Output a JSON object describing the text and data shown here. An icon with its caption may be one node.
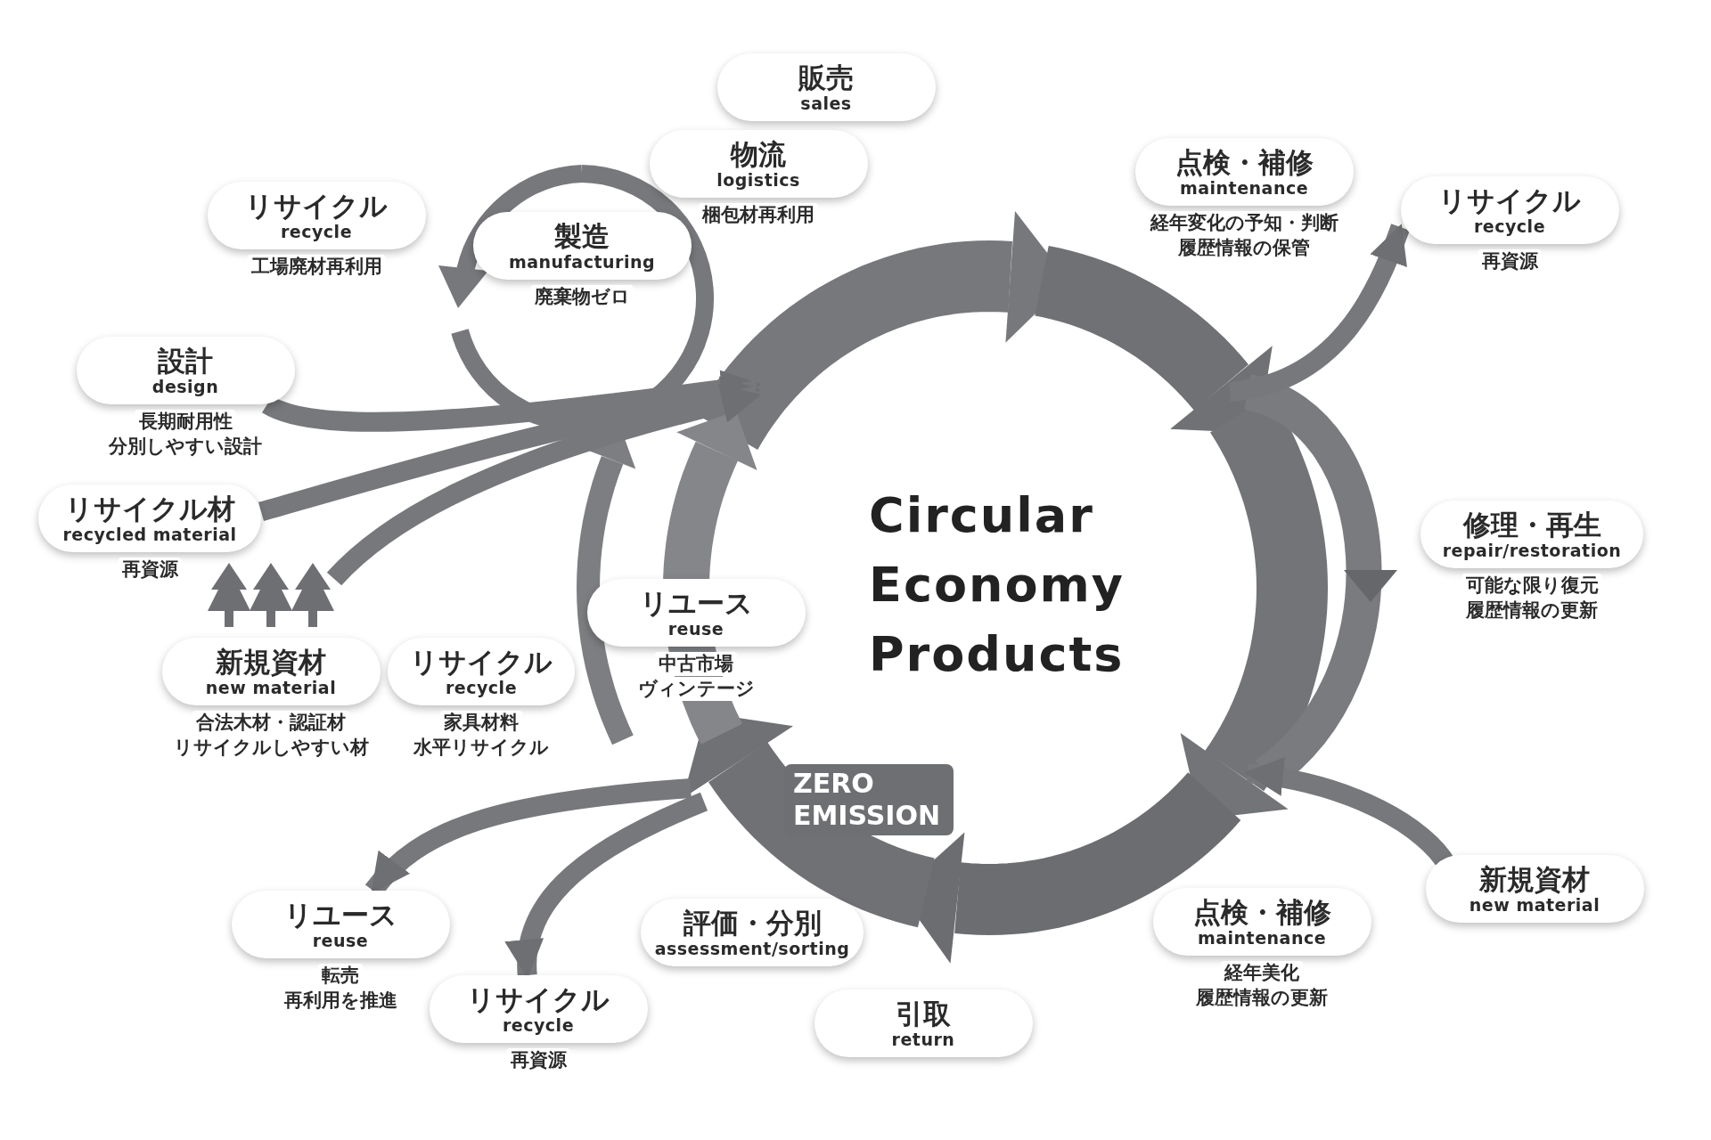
{
  "diagram": {
    "nodes": [
      {
        "text": [
          "販売",
          "sales"
        ]
      },
      {
        "text": [
          "物流",
          "logistics"
        ],
        "beside": [
          "梱包材再利用"
        ]
      },
      {
        "text": [
          "リサイクル",
          "recycle"
        ],
        "beside": [
          "工場廃材再利用"
        ]
      },
      {
        "text": [
          "製造",
          "manufacturing"
        ],
        "beside": [
          "廃棄物ゼロ"
        ]
      },
      {
        "text": [
          "点検・補修",
          "maintenance"
        ],
        "beside": [
          "経年変化の予知・判断",
          "履歴情報の保管"
        ]
      },
      {
        "text": [
          "リサイクル",
          "recycle"
        ],
        "beside": [
          "再資源"
        ]
      },
      {
        "text": [
          "設計",
          "design"
        ],
        "beside": [
          "長期耐用性",
          "分別しやすい設計"
        ]
      },
      {
        "text": [
          "リサイクル材",
          "recycled material"
        ],
        "beside": [
          "再資源"
        ]
      },
      {
        "text": [],
        "shape": "tree"
      },
      {
        "text": [
          "修理・再生",
          "repair/restoration"
        ],
        "beside": [
          "可能な限り復元",
          "履歴情報の更新"
        ]
      },
      {
        "text": [
          "リユース",
          "reuse"
        ],
        "beside": [
          "中古市場",
          "ヴィンテージ"
        ]
      },
      {
        "text": [
          "新規資材",
          "new material"
        ],
        "beside": [
          "合法木材・認証材",
          "リサイクルしやすい材"
        ]
      },
      {
        "text": [
          "リサイクル",
          "recycle"
        ],
        "beside": [
          "家具材料",
          "水平リサイクル"
        ]
      },
      {
        "text": [
          "新規資材",
          "new material"
        ]
      },
      {
        "text": [
          "リユース",
          "reuse"
        ],
        "beside": [
          "転売",
          "再利用を推進"
        ]
      },
      {
        "text": [
          "評価・分別",
          "assessment/sorting"
        ]
      },
      {
        "text": [
          "点検・補修",
          "maintenance"
        ],
        "beside": [
          "経年美化",
          "履歴情報の更新"
        ]
      },
      {
        "text": [
          "リサイクル",
          "recycle"
        ],
        "beside": [
          "再資源"
        ]
      },
      {
        "text": [
          "引取",
          "return"
        ]
      }
    ],
    "edges": [
      {
        "from": 6,
        "to": null,
        "arrow": "to"
      },
      {
        "from": 7,
        "to": null,
        "arrow": "to"
      },
      {
        "from": 8,
        "to": null,
        "arrow": "to"
      },
      {
        "from": null,
        "to": 5,
        "arrow": "to"
      },
      {
        "from": 13,
        "to": null,
        "arrow": "to"
      },
      {
        "from": null,
        "to": 14,
        "arrow": "to"
      },
      {
        "from": null,
        "to": 17,
        "arrow": "to"
      }
    ],
    "labels": [
      "Circular Economy Products",
      "ZERO EMISSION"
    ]
  }
}
